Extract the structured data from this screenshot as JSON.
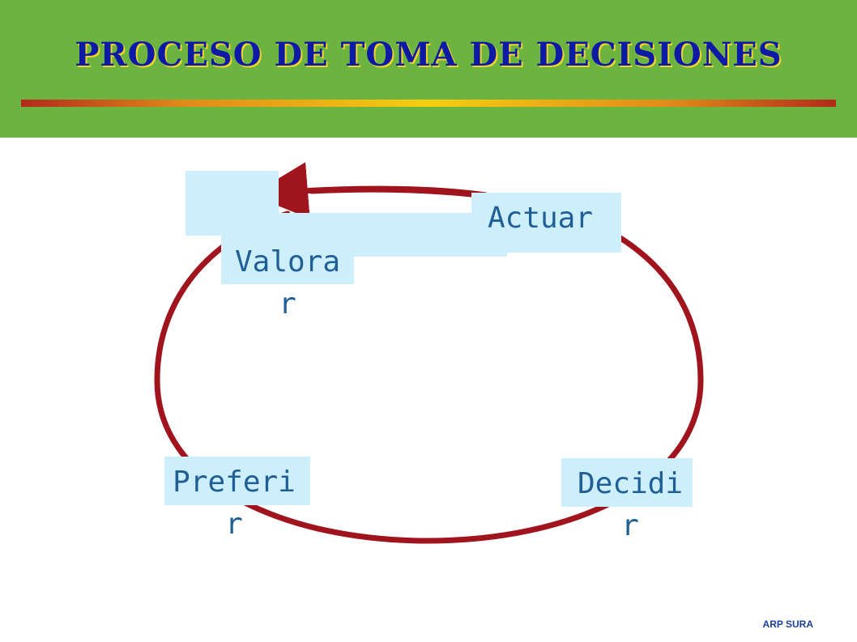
{
  "slide": {
    "title": "PROCESO DE TOMA DE DECISIONES",
    "footer": "ARP SURA"
  },
  "diagram": {
    "cycle_color": "#a0141e",
    "box_color": "#cdeefb",
    "text_color": "#1f5f96",
    "steps": [
      {
        "label": "Actuar"
      },
      {
        "label": "Valora\nr"
      },
      {
        "label": "Preferi\nr"
      },
      {
        "label": "Decidi\nr"
      }
    ]
  }
}
